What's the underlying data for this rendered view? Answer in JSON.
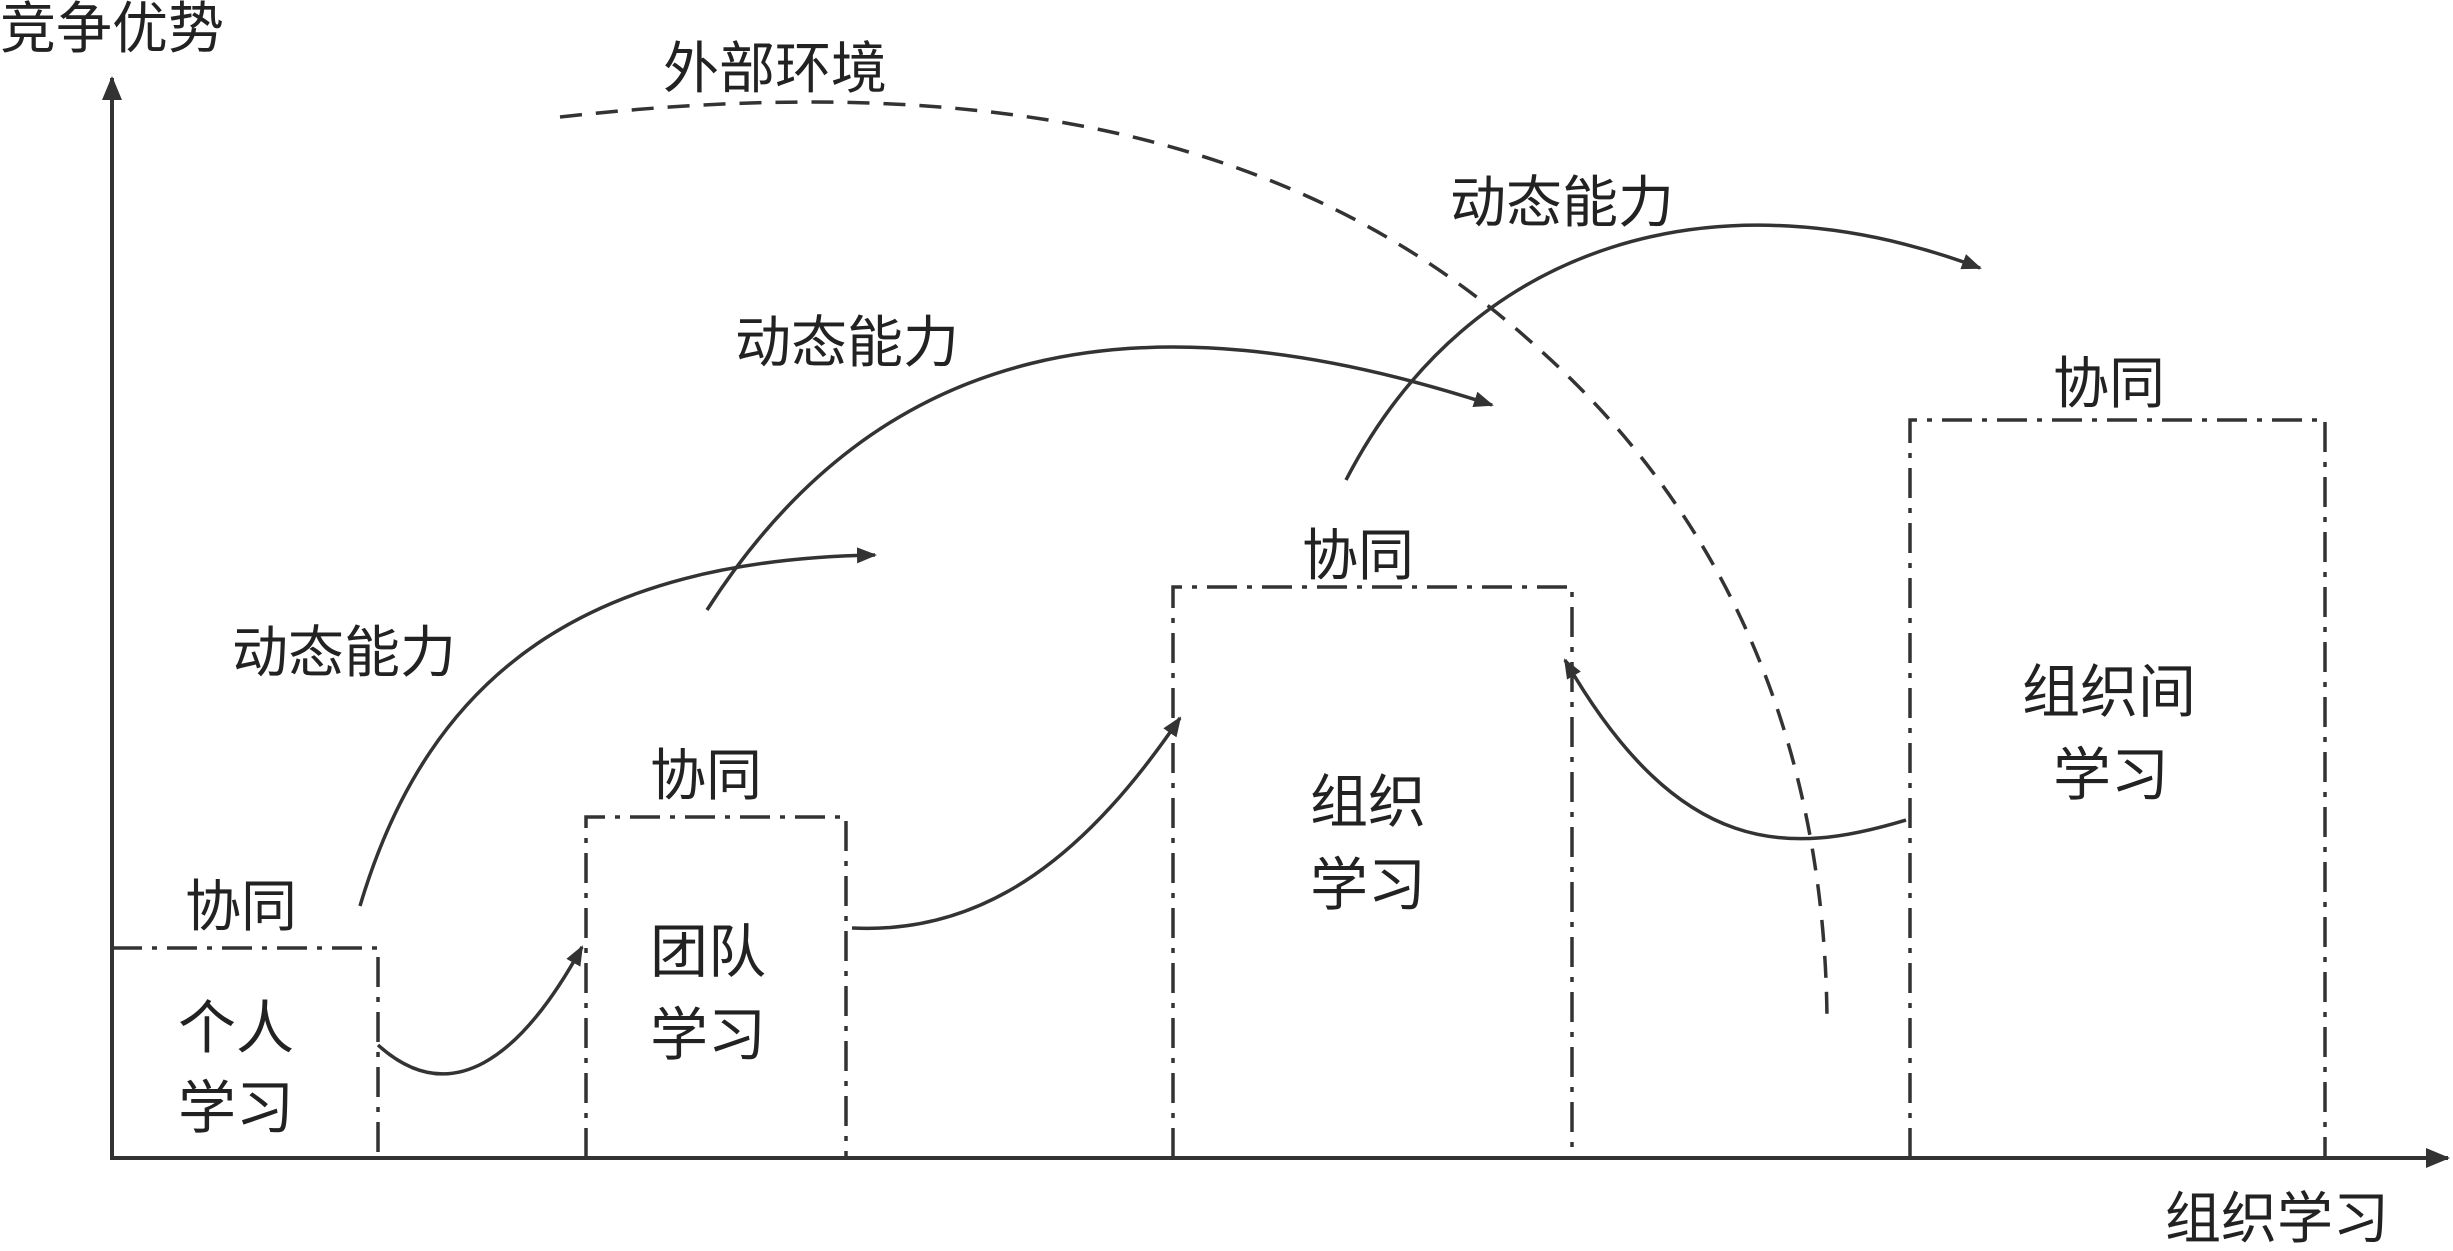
{
  "axes": {
    "y_label": "竞争优势",
    "x_label": "组织学习"
  },
  "stages": [
    {
      "line1": "个人",
      "line2": "学习",
      "caption": "协同"
    },
    {
      "line1": "团队",
      "line2": "学习",
      "caption": "协同"
    },
    {
      "line1": "组织",
      "line2": "学习",
      "caption": "协同"
    },
    {
      "line1": "组织间",
      "line2": "学习",
      "caption": "协同"
    }
  ],
  "dynamic_capability": [
    "动态能力",
    "动态能力",
    "动态能力"
  ],
  "environment_label": "外部环境"
}
